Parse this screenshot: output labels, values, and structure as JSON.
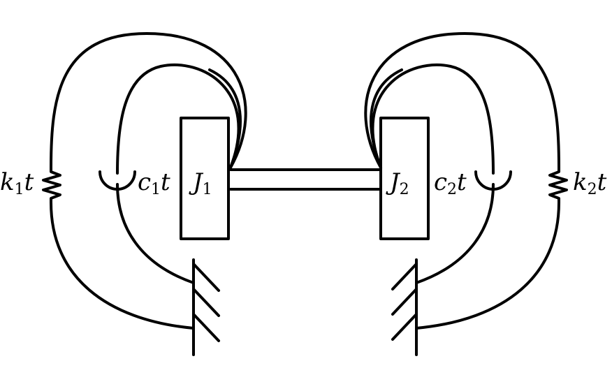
{
  "labels": {
    "k1": {
      "sym": "k",
      "sub": "1",
      "tail": "t"
    },
    "c1": {
      "sym": "c",
      "sub": "1",
      "tail": "t"
    },
    "J1": {
      "sym": "J",
      "sub": "1"
    },
    "J2": {
      "sym": "J",
      "sub": "2"
    },
    "c2": {
      "sym": "c",
      "sub": "2",
      "tail": "t"
    },
    "k2": {
      "sym": "k",
      "sub": "2",
      "tail": "t"
    }
  }
}
